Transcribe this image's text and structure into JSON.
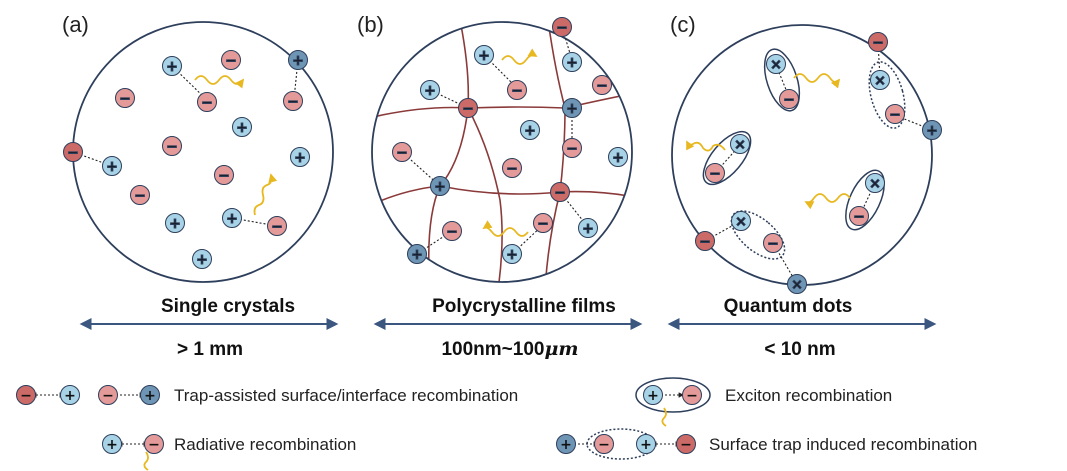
{
  "panels": [
    {
      "label": "(a)",
      "title": "Single crystals",
      "size": "> 1 mm"
    },
    {
      "label": "(b)",
      "title": "Polycrystalline films",
      "size_prefix": "100nm~100",
      "size_unit": "μm"
    },
    {
      "label": "(c)",
      "title": "Quantum dots",
      "size": "< 10 nm"
    }
  ],
  "legend": {
    "trap_assisted": "Trap-assisted surface/interface recombination",
    "radiative": "Radiative recombination",
    "exciton": "Exciton recombination",
    "surface_trap": "Surface trap induced recombination"
  },
  "symbols": {
    "plus": "+",
    "minus": "−",
    "exciton": "×"
  },
  "colors": {
    "hole": "#a8d3e6",
    "electron": "#e39a98",
    "trap_hole": "#6f95b5",
    "trap_electron": "#cc6a68",
    "grain_boundary": "#8b3a3a",
    "photon": "#e8b820",
    "outline": "#2e3f5c"
  }
}
